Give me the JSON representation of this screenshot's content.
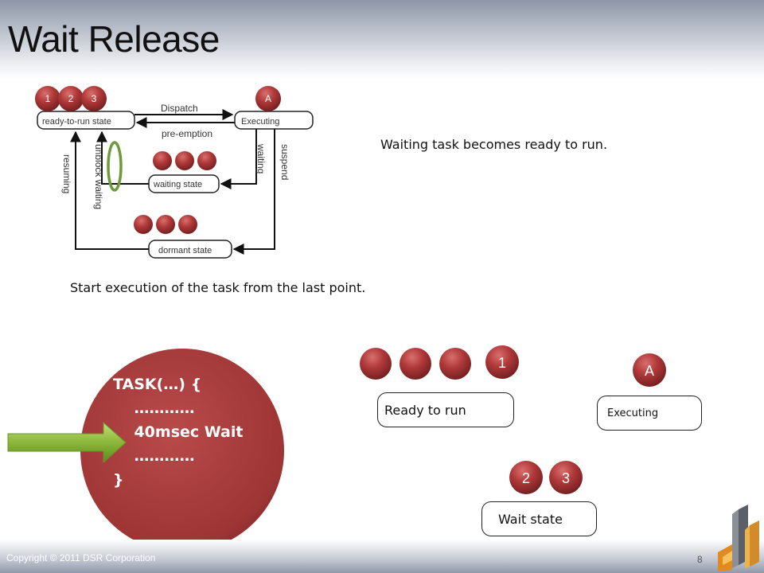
{
  "slide": {
    "title": "Wait Release",
    "copyright": "Copyright © 2011 DSR Corporation",
    "page_number": "8"
  },
  "diagram": {
    "states": {
      "ready": "ready-to-run state",
      "executing": "Executing",
      "waiting": "waiting state",
      "dormant": "dormant state"
    },
    "edges": {
      "dispatch": "Dispatch",
      "preemption": "pre-emption",
      "waiting": "waiting",
      "suspend": "suspend",
      "resuming": "resuming",
      "unblock": "unblock waiting"
    },
    "ready_tasks": [
      "1",
      "2",
      "3"
    ],
    "executing_task": "A",
    "highlight_color": "#6e9a3c",
    "ball_color": "#a33a3a"
  },
  "notes": {
    "top": "Waiting task becomes ready to run.",
    "middle": "Start execution of the task from the last point."
  },
  "code": {
    "line1": "TASK(…) {",
    "line2": "    …………",
    "line3": "    40msec Wait",
    "line4": "    …………",
    "line5": "}"
  },
  "lower_states": {
    "ready_label": "Ready to run",
    "ready_tasks": [
      "",
      "",
      "",
      "1"
    ],
    "executing_label": "Executing",
    "executing_task": "A",
    "wait_label": "Wait state",
    "wait_tasks": [
      "2",
      "3"
    ]
  }
}
